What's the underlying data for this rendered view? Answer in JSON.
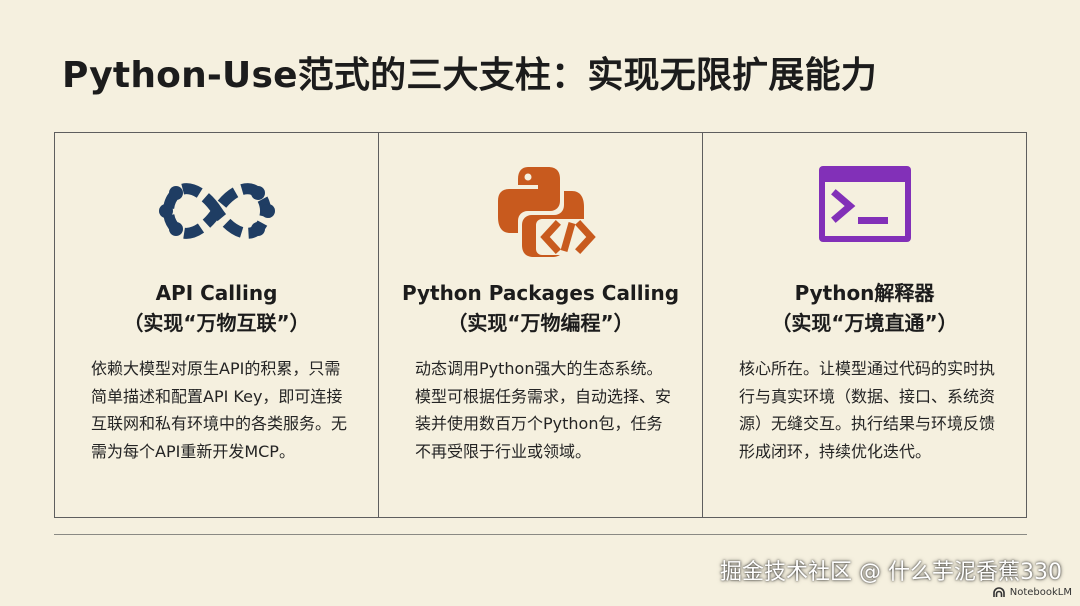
{
  "title": "Python-Use范式的三大支柱：实现无限扩展能力",
  "colors": {
    "background": "#f5f0df",
    "api_icon": "#1f3d63",
    "python_icon": "#c85a1e",
    "terminal_icon": "#8230b8"
  },
  "cards": [
    {
      "icon": "infinity-nodes-icon",
      "title": "API Calling",
      "subtitle": "（实现“万物互联”）",
      "body": "依赖大模型对原生API的积累，只需简单描述和配置API Key，即可连接互联网和私有环境中的各类服务。无需为每个API重新开发MCP。"
    },
    {
      "icon": "python-code-icon",
      "title": "Python Packages Calling",
      "subtitle": "（实现“万物编程”）",
      "body": "动态调用Python强大的生态系统。模型可根据任务需求，自动选择、安装并使用数百万个Python包，任务不再受限于行业或领域。"
    },
    {
      "icon": "terminal-icon",
      "title": "Python解释器",
      "subtitle": "（实现“万境直通”）",
      "body": "核心所在。让模型通过代码的实时执行与真实环境（数据、接口、系统资源）无缝交互。执行结果与环境反馈形成闭环，持续优化迭代。"
    }
  ],
  "watermark": "掘金技术社区 @ 什么芋泥香蕉330",
  "brand": "NotebookLM"
}
